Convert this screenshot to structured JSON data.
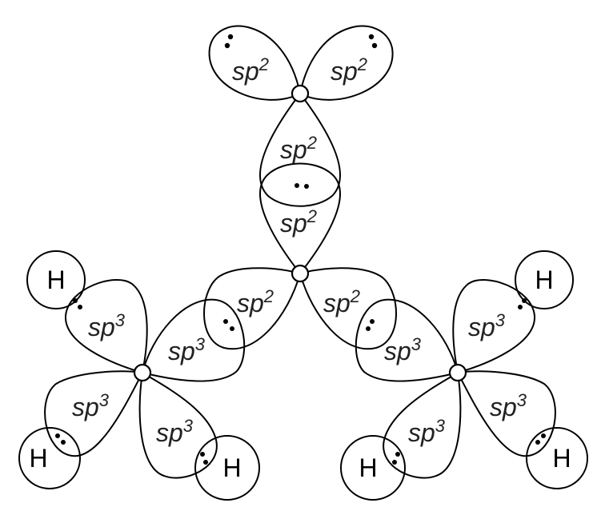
{
  "atoms": {
    "carbon_symbol": "",
    "hydrogen_symbol": "H"
  },
  "orbitals": {
    "sp2_base": "sp",
    "sp2_sup": "2",
    "sp3_base": "sp",
    "sp3_sup": "3"
  },
  "colors": {
    "stroke": "#000000",
    "background": "#ffffff",
    "label": "#222222"
  }
}
